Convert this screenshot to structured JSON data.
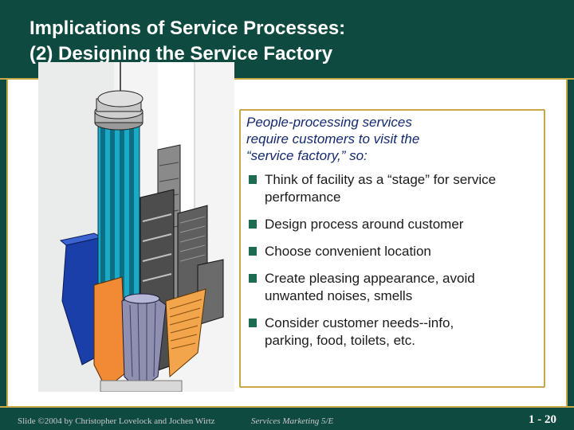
{
  "title": {
    "line1": "Implications of Service Processes:",
    "line2": "(2) Designing the Service Factory"
  },
  "content": {
    "intro_line1": "People-processing services",
    "intro_line2": "require customers to visit the",
    "intro_line3": "“service factory,” so:",
    "bullets": [
      {
        "line1": "Think of facility as a “stage” for service",
        "line2": "performance"
      },
      {
        "line1": "Design process around customer",
        "line2": ""
      },
      {
        "line1": "Choose convenient location",
        "line2": ""
      },
      {
        "line1": "Create pleasing appearance, avoid",
        "line2": "unwanted noises, smells"
      },
      {
        "line1": "Consider customer needs--info,",
        "line2": "parking, food, toilets, etc."
      }
    ]
  },
  "footer": {
    "credit": "Slide ©2004 by Christopher Lovelock and Jochen Wirtz",
    "book": "Services Marketing 5/E",
    "page": "1 - 20"
  },
  "colors": {
    "frame": "#0e4a40",
    "accent_gold": "#c7a94a",
    "intro_text": "#142a6e",
    "bullet": "#1d6b52"
  },
  "image": {
    "subject": "clip-art-skyscrapers"
  }
}
